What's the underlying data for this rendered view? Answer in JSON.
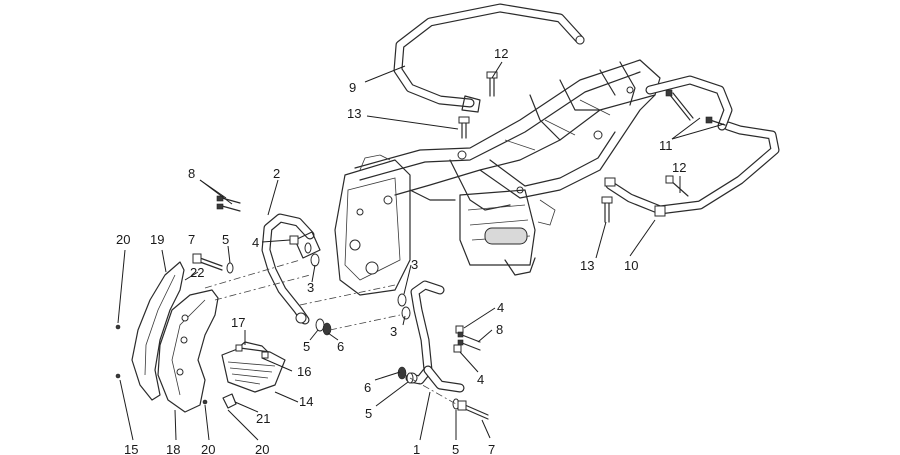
{
  "callouts": [
    {
      "id": "c1",
      "label": "1"
    },
    {
      "id": "c2",
      "label": "2"
    },
    {
      "id": "c3a",
      "label": "3"
    },
    {
      "id": "c3b",
      "label": "3"
    },
    {
      "id": "c3c",
      "label": "3"
    },
    {
      "id": "c4a",
      "label": "4"
    },
    {
      "id": "c4b",
      "label": "4"
    },
    {
      "id": "c4c",
      "label": "4"
    },
    {
      "id": "c5a",
      "label": "5"
    },
    {
      "id": "c5b",
      "label": "5"
    },
    {
      "id": "c5c",
      "label": "5"
    },
    {
      "id": "c5d",
      "label": "5"
    },
    {
      "id": "c6a",
      "label": "6"
    },
    {
      "id": "c6b",
      "label": "6"
    },
    {
      "id": "c7a",
      "label": "7"
    },
    {
      "id": "c7b",
      "label": "7"
    },
    {
      "id": "c8a",
      "label": "8"
    },
    {
      "id": "c8b",
      "label": "8"
    },
    {
      "id": "c9",
      "label": "9"
    },
    {
      "id": "c10",
      "label": "10"
    },
    {
      "id": "c11",
      "label": "11"
    },
    {
      "id": "c12a",
      "label": "12"
    },
    {
      "id": "c12b",
      "label": "12"
    },
    {
      "id": "c13a",
      "label": "13"
    },
    {
      "id": "c13b",
      "label": "13"
    },
    {
      "id": "c14",
      "label": "14"
    },
    {
      "id": "c15",
      "label": "15"
    },
    {
      "id": "c16",
      "label": "16"
    },
    {
      "id": "c17",
      "label": "17"
    },
    {
      "id": "c18",
      "label": "18"
    },
    {
      "id": "c19",
      "label": "19"
    },
    {
      "id": "c20a",
      "label": "20"
    },
    {
      "id": "c20b",
      "label": "20"
    },
    {
      "id": "c20c",
      "label": "20"
    },
    {
      "id": "c21",
      "label": "21"
    },
    {
      "id": "c22",
      "label": "22"
    }
  ]
}
